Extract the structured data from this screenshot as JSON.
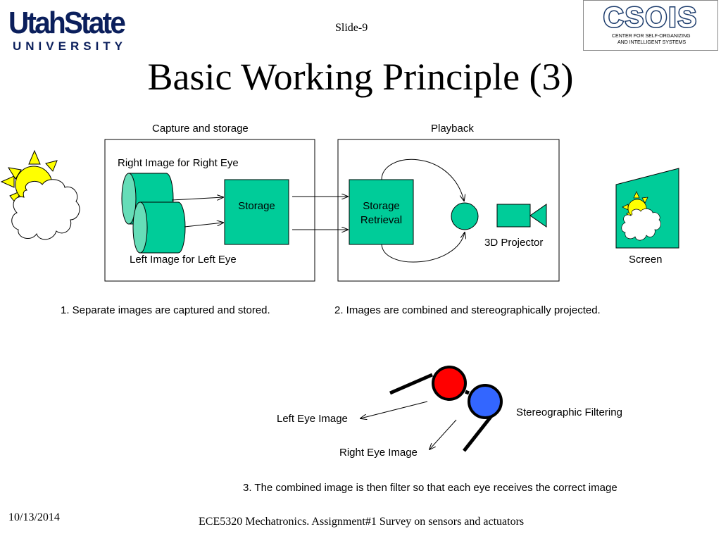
{
  "header": {
    "logo_usu_line1": "UtahState",
    "logo_usu_line2": "UNIVERSITY",
    "slide_number": "Slide-9",
    "title": "Basic Working Principle (3)",
    "logo_csois_text": "CSOIS",
    "logo_csois_sub1": "CENTER FOR SELF-ORGANIZING",
    "logo_csois_sub2": "AND INTELLIGENT SYSTEMS"
  },
  "diagram": {
    "capture_title": "Capture and storage",
    "playback_title": "Playback",
    "right_image_label": "Right Image for Right Eye",
    "left_image_label": "Left Image for Left Eye",
    "storage_label": "Storage",
    "storage_retrieval_line1": "Storage",
    "storage_retrieval_line2": "Retrieval",
    "projector_label": "3D Projector",
    "screen_label": "Screen",
    "step1": "1. Separate images are captured and stored.",
    "step2": "2. Images are combined and stereographically projected.",
    "left_eye_image": "Left Eye Image",
    "right_eye_image": "Right Eye Image",
    "stereographic_filtering": "Stereographic Filtering",
    "step3": "3. The combined image is then filter so that each eye receives the correct image"
  },
  "footer": {
    "date": "10/13/2014",
    "course": "ECE5320 Mechatronics. Assignment#1 Survey on sensors and actuators"
  },
  "colors": {
    "teal": "#00cc99",
    "sun": "#ffff00",
    "usu_blue": "#0b1f5c",
    "red_lens": "#ff0000",
    "blue_lens": "#3366ff"
  }
}
